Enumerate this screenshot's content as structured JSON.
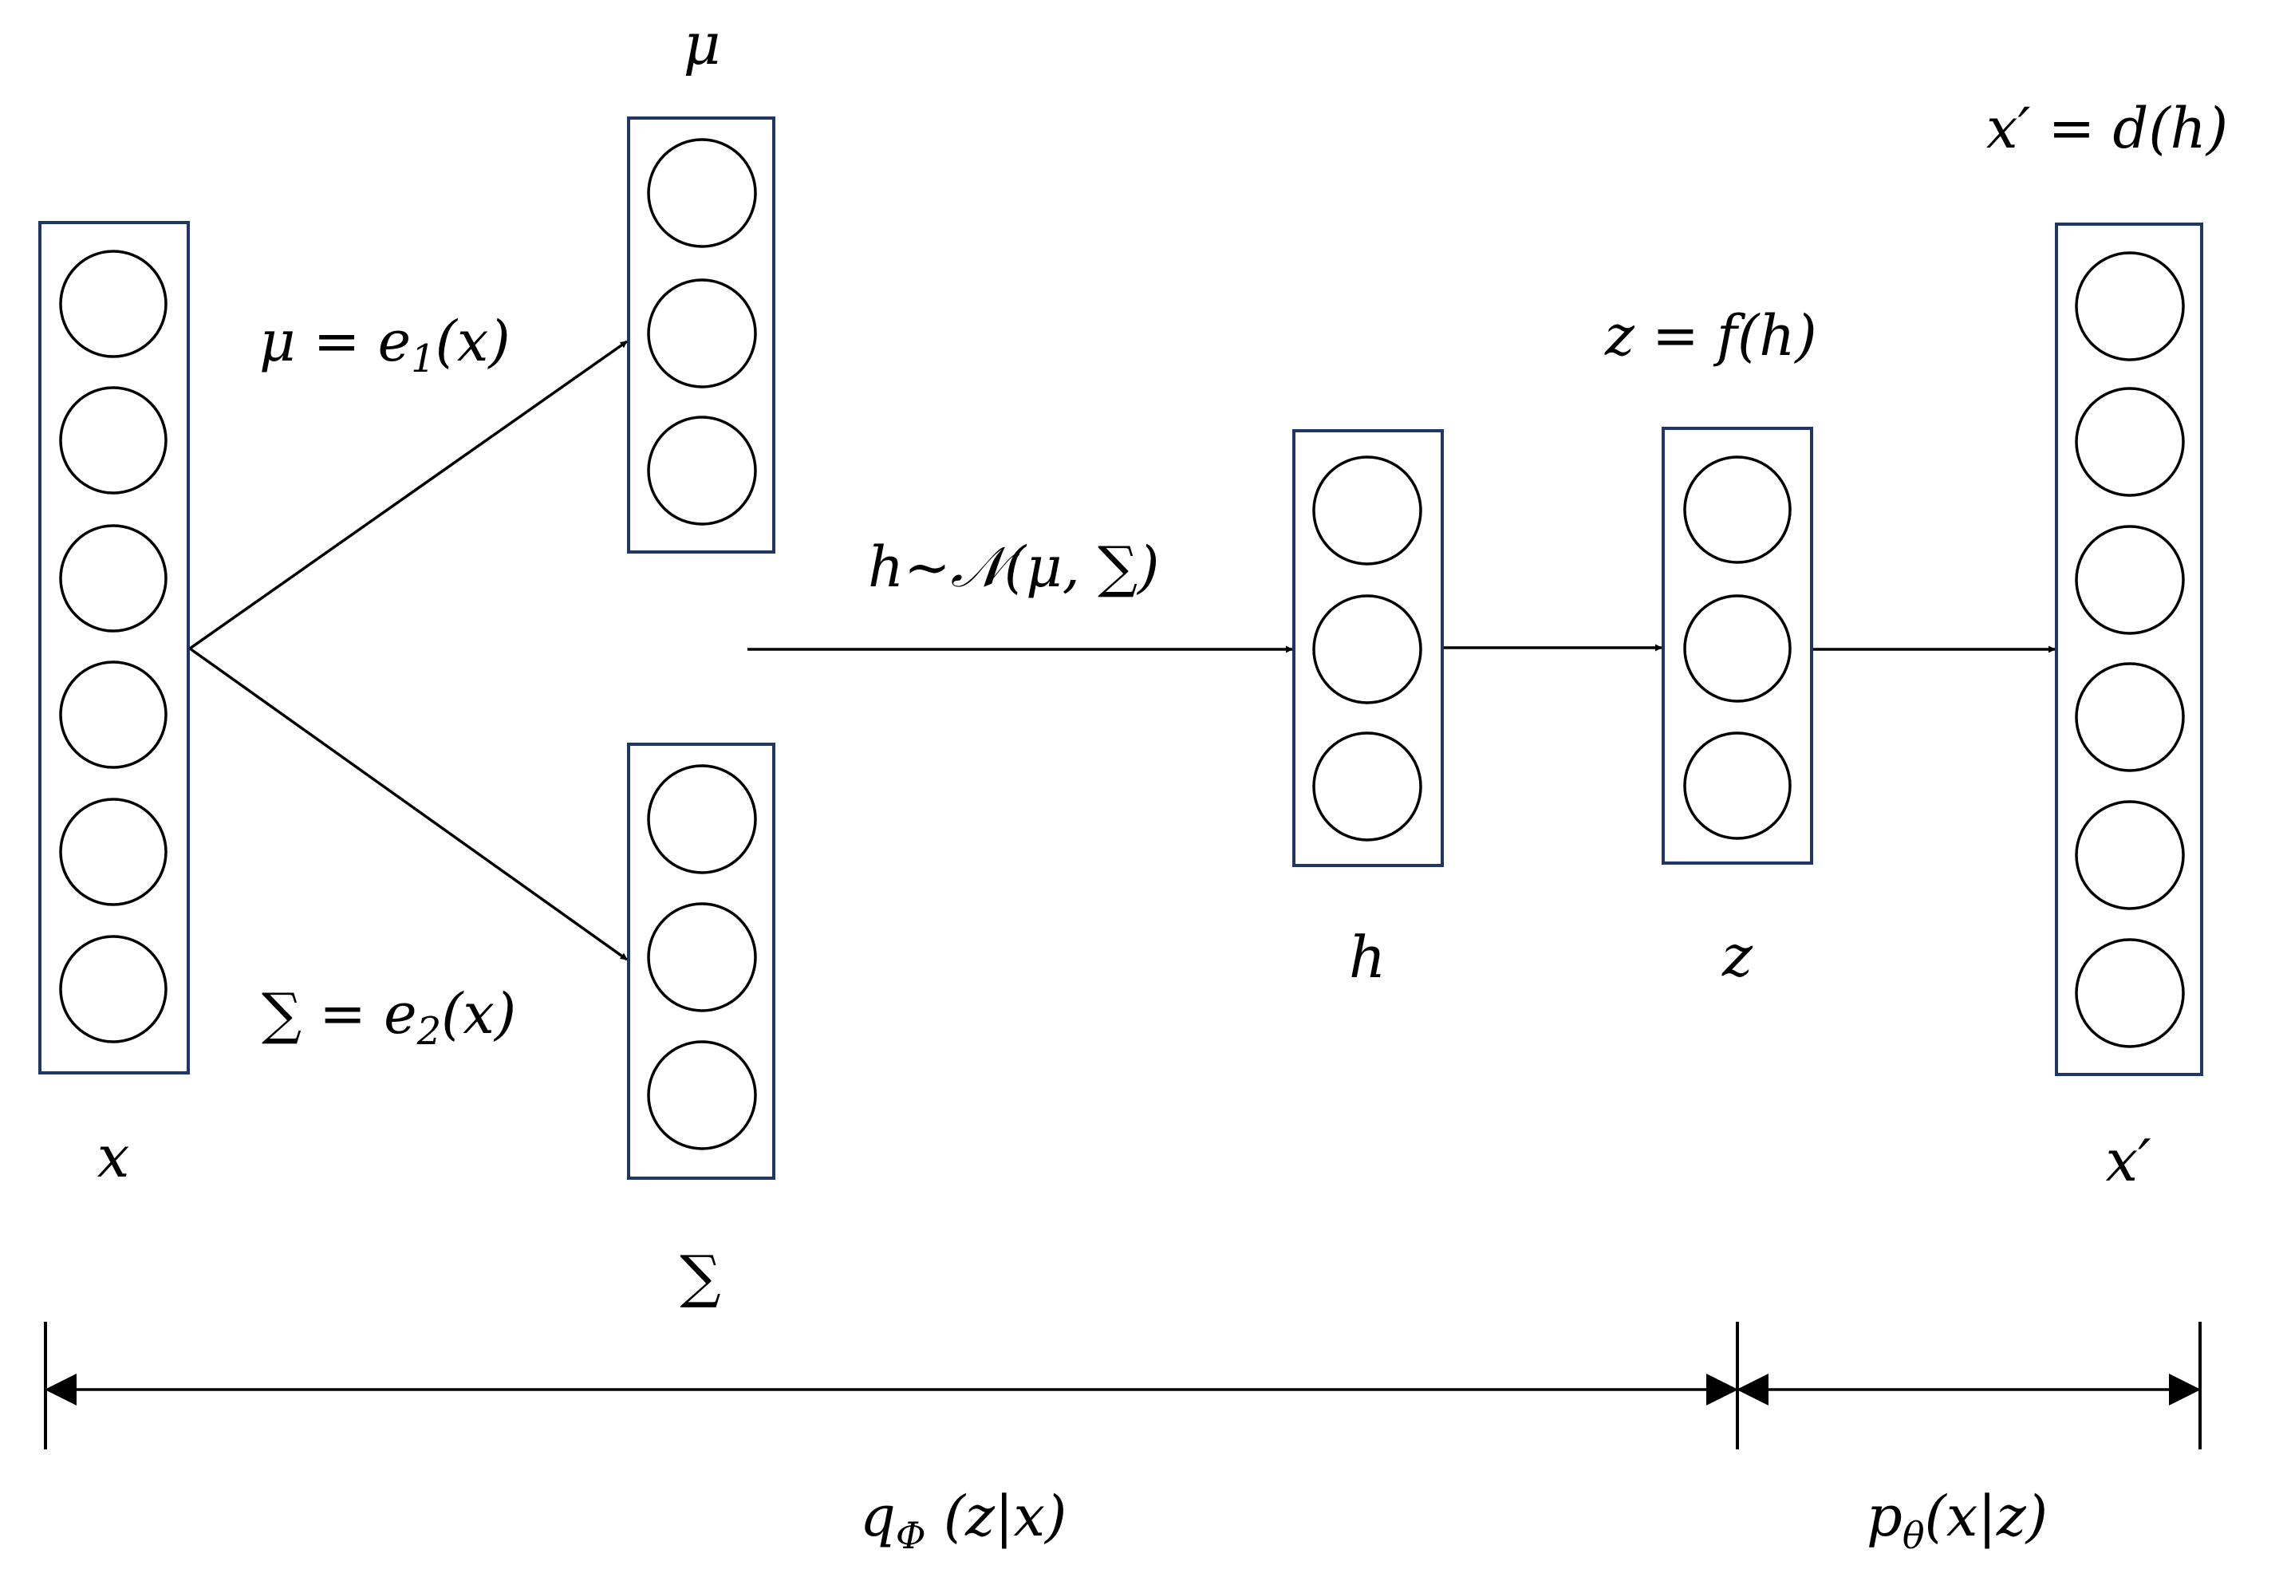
{
  "labels": {
    "x": "x",
    "mu": "μ",
    "sigma": "∑",
    "h": "h",
    "z": "z",
    "x_prime": "x′",
    "mu_eq_prefix": "μ = e",
    "mu_eq_sub": "1",
    "mu_eq_suffix": "(x)",
    "sigma_eq_prefix": "∑ = e",
    "sigma_eq_sub": "2",
    "sigma_eq_suffix": "(x)",
    "sample_eq": "h~𝒩(μ, ∑)",
    "z_eq": "z = f(h)",
    "xprime_eq": "x′ = d(h)",
    "encoder_main": "q",
    "encoder_sub": "Φ",
    "encoder_arg": " (z|x)",
    "decoder_main": "p",
    "decoder_sub": "θ",
    "decoder_arg": "(x|z)"
  },
  "colors": {
    "box_border": "#1f3764",
    "stroke": "#000000",
    "background": "#ffffff"
  }
}
